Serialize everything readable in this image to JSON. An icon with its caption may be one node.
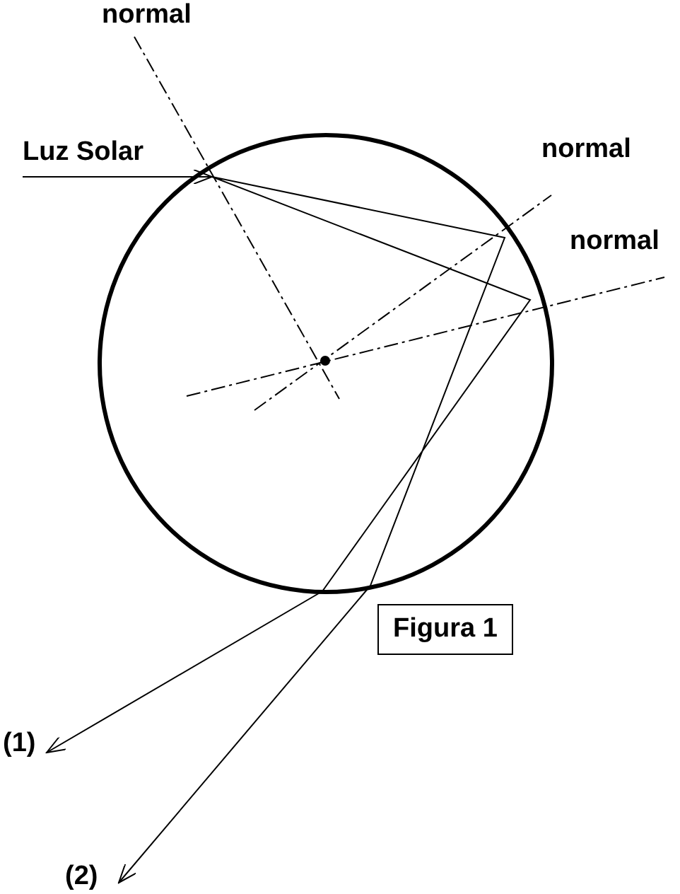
{
  "diagram": {
    "nodes": [
      {
        "text": [
          "Luz Solar"
        ]
      },
      {
        "text": [],
        "shape": "circle"
      },
      {
        "text": [
          "(1)"
        ]
      },
      {
        "text": [
          "(2)"
        ]
      },
      {
        "text": [
          "Figura 1"
        ]
      }
    ],
    "edges": [
      {
        "from": 0,
        "to": 1,
        "arrow": "to"
      },
      {
        "from": 1,
        "to": 2,
        "arrow": "to"
      },
      {
        "from": 1,
        "to": 3,
        "arrow": "to"
      }
    ],
    "labels": [
      "normal",
      "normal",
      "normal"
    ]
  }
}
